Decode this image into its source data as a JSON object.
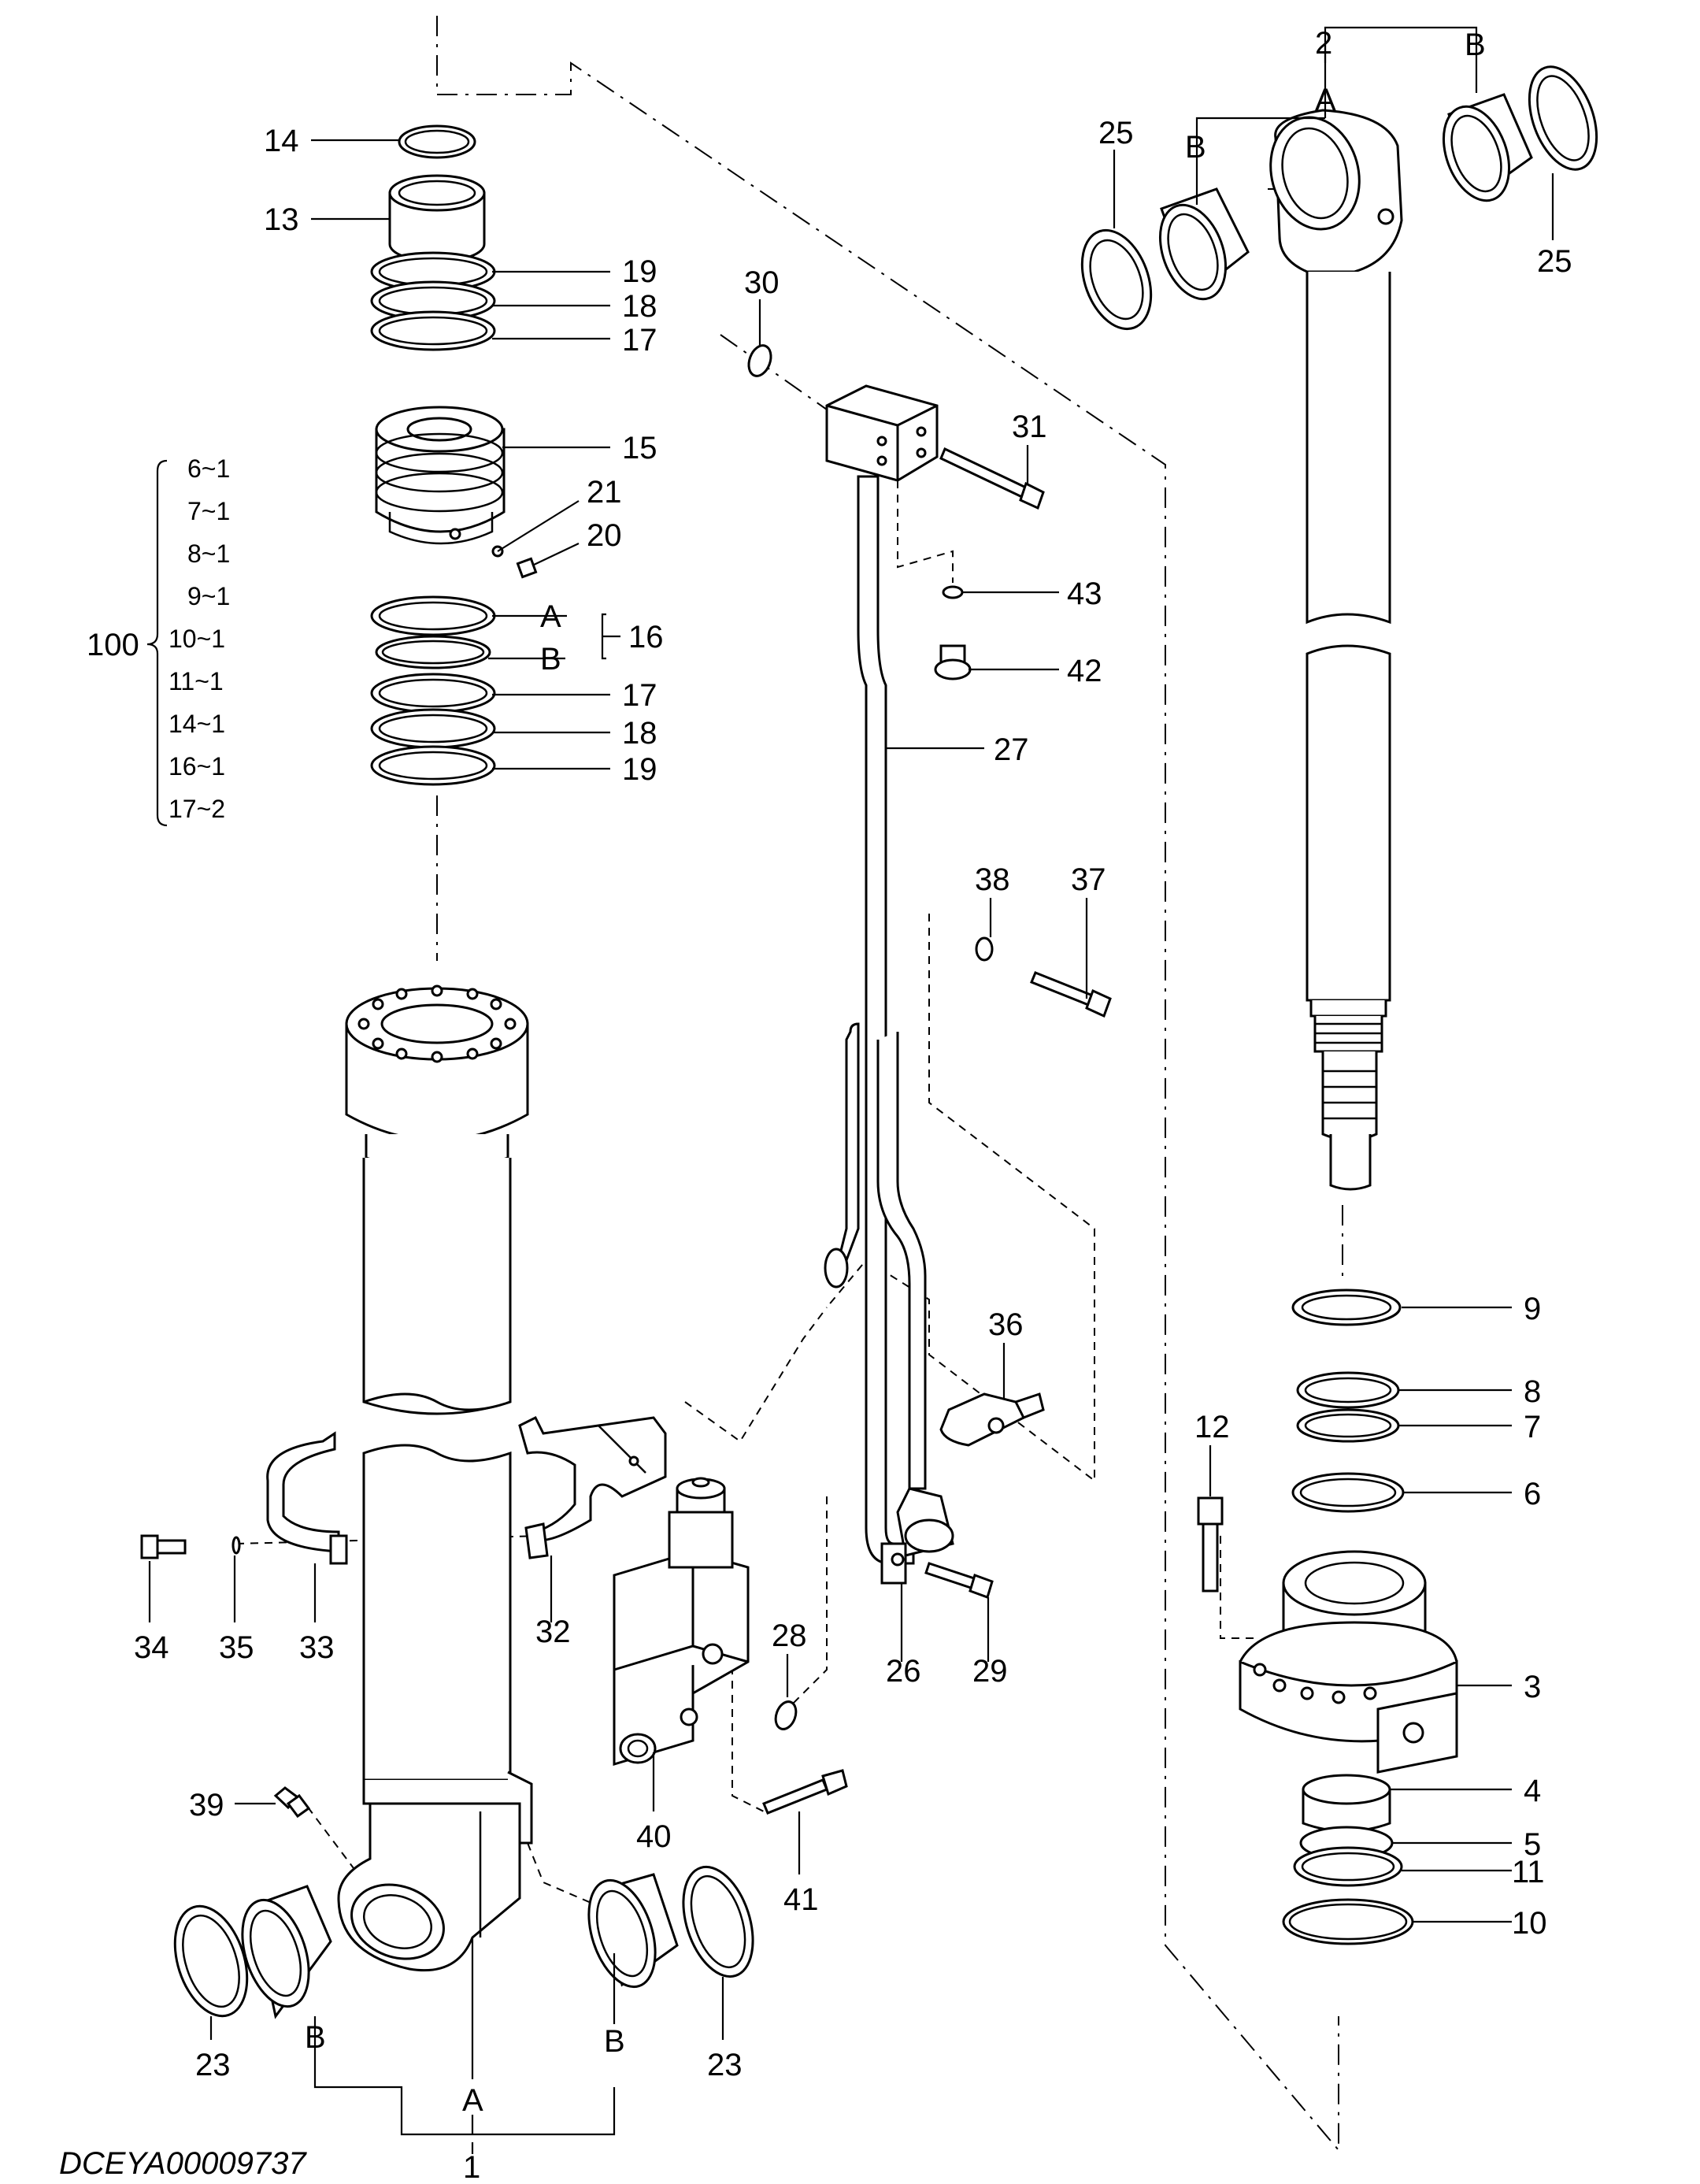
{
  "drawing_code": "DCEYA00009737",
  "callouts": {
    "c1": "1",
    "c2": "2",
    "c3": "3",
    "c4": "4",
    "c5": "5",
    "c6": "6",
    "c7": "7",
    "c8": "8",
    "c9": "9",
    "c10": "10",
    "c11": "11",
    "c12": "12",
    "c13": "13",
    "c14": "14",
    "c15": "15",
    "c16": "16",
    "c17a": "17",
    "c17b": "17",
    "c18a": "18",
    "c18b": "18",
    "c19a": "19",
    "c19b": "19",
    "c20": "20",
    "c21": "21",
    "c23a": "23",
    "c23b": "23",
    "c25a": "25",
    "c25b": "25",
    "c26": "26",
    "c27": "27",
    "c28": "28",
    "c29": "29",
    "c30": "30",
    "c31": "31",
    "c32": "32",
    "c33": "33",
    "c34": "34",
    "c35": "35",
    "c36": "36",
    "c37": "37",
    "c38": "38",
    "c39": "39",
    "c40": "40",
    "c41": "41",
    "c42": "42",
    "c43": "43"
  },
  "letters": {
    "A": "A",
    "B": "B"
  },
  "kit": {
    "number": "100",
    "items": [
      "6~1",
      "7~1",
      "8~1",
      "9~1",
      "10~1",
      "11~1",
      "14~1",
      "16~1",
      "17~2"
    ]
  }
}
